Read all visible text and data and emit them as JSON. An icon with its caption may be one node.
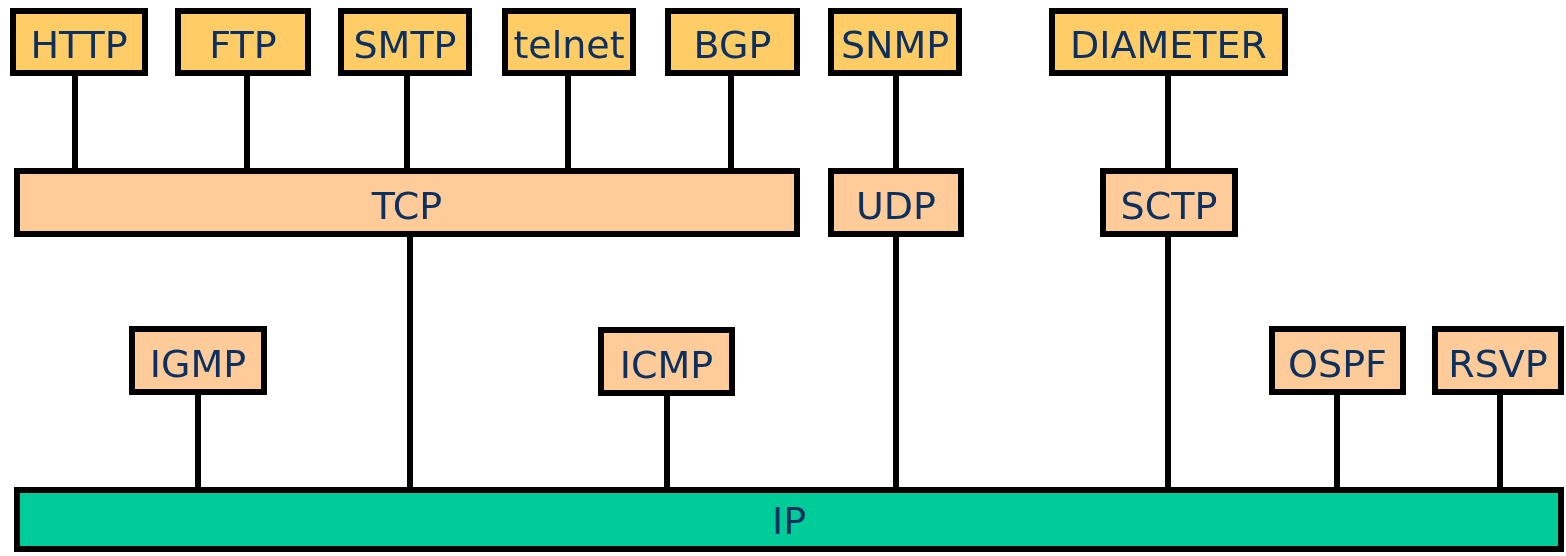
{
  "diagram": {
    "nodes": [
      {
        "text": [
          "HTTP"
        ]
      },
      {
        "text": [
          "FTP"
        ]
      },
      {
        "text": [
          "SMTP"
        ]
      },
      {
        "text": [
          "telnet"
        ]
      },
      {
        "text": [
          "BGP"
        ]
      },
      {
        "text": [
          "SNMP"
        ]
      },
      {
        "text": [
          "DIAMETER"
        ]
      },
      {
        "text": [
          "TCP"
        ]
      },
      {
        "text": [
          "UDP"
        ]
      },
      {
        "text": [
          "SCTP"
        ]
      },
      {
        "text": [
          "IGMP"
        ]
      },
      {
        "text": [
          "ICMP"
        ]
      },
      {
        "text": [
          "OSPF"
        ]
      },
      {
        "text": [
          "RSVP"
        ]
      },
      {
        "text": [
          "IP"
        ]
      }
    ],
    "edges": [
      {
        "from": 0,
        "to": 7,
        "arrow": "none"
      },
      {
        "from": 1,
        "to": 7,
        "arrow": "none"
      },
      {
        "from": 2,
        "to": 7,
        "arrow": "none"
      },
      {
        "from": 3,
        "to": 7,
        "arrow": "none"
      },
      {
        "from": 4,
        "to": 7,
        "arrow": "none"
      },
      {
        "from": 5,
        "to": 8,
        "arrow": "none"
      },
      {
        "from": 6,
        "to": 9,
        "arrow": "none"
      },
      {
        "from": 10,
        "to": 14,
        "arrow": "none"
      },
      {
        "from": 7,
        "to": 14,
        "arrow": "none"
      },
      {
        "from": 11,
        "to": 14,
        "arrow": "none"
      },
      {
        "from": 8,
        "to": 14,
        "arrow": "none"
      },
      {
        "from": 9,
        "to": 14,
        "arrow": "none"
      },
      {
        "from": 12,
        "to": 14,
        "arrow": "none"
      },
      {
        "from": 13,
        "to": 14,
        "arrow": "none"
      }
    ]
  }
}
